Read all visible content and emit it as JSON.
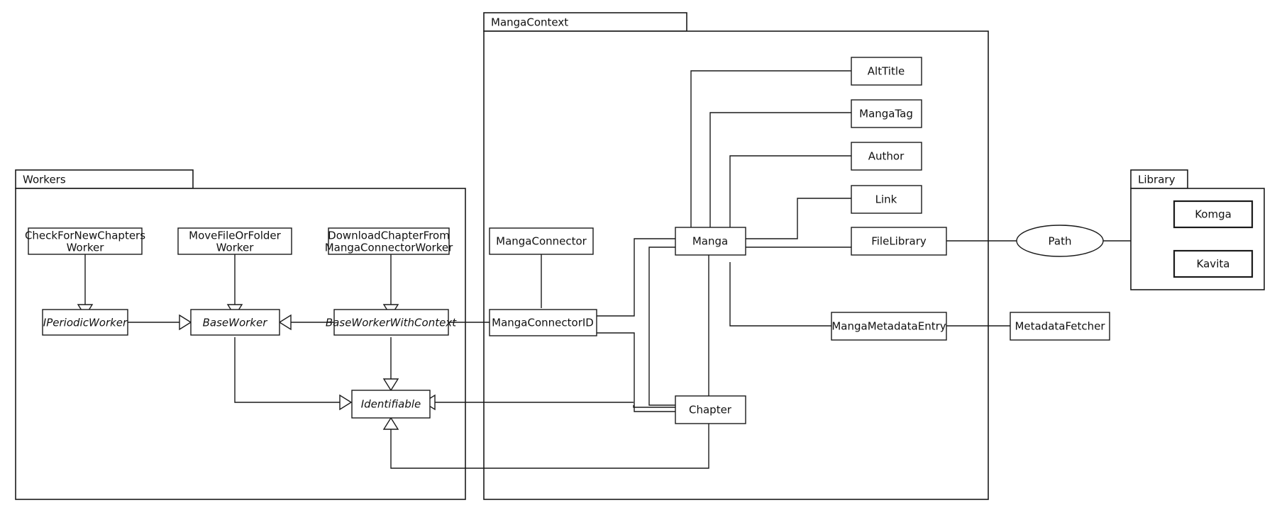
{
  "diagram": {
    "title": "UML class diagram",
    "stroke_color": "#1a1a1a",
    "fill_color": "#ffffff",
    "packages": [
      {
        "id": "workers",
        "label": "Workers"
      },
      {
        "id": "mangacontext",
        "label": "MangaContext"
      },
      {
        "id": "library",
        "label": "Library"
      }
    ],
    "nodes": {
      "check_for_new_chapters_worker": {
        "label_line1": "CheckForNewChapters",
        "label_line2": "Worker"
      },
      "move_file_or_folder_worker": {
        "label_line1": "MoveFileOrFolder",
        "label_line2": "Worker"
      },
      "download_chapter_worker": {
        "label_line1": "DownloadChapterFrom",
        "label_line2": "MangaConnectorWorker"
      },
      "iperiodicworker": {
        "label": "IPeriodicWorker",
        "italic": true
      },
      "baseworker": {
        "label": "BaseWorker",
        "italic": true
      },
      "baseworkerwithcontext": {
        "label": "BaseWorkerWithContext",
        "italic": true
      },
      "identifiable": {
        "label": "Identifiable",
        "italic": true
      },
      "mangaconnector": {
        "label": "MangaConnector"
      },
      "mangaconnectorid": {
        "label": "MangaConnectorID"
      },
      "manga": {
        "label": "Manga"
      },
      "chapter": {
        "label": "Chapter"
      },
      "alttitle": {
        "label": "AltTitle"
      },
      "mangatag": {
        "label": "MangaTag"
      },
      "author": {
        "label": "Author"
      },
      "link": {
        "label": "Link"
      },
      "filelibrary": {
        "label": "FileLibrary"
      },
      "mangametadataentry": {
        "label": "MangaMetadataEntry"
      },
      "metadatafetcher": {
        "label": "MetadataFetcher"
      },
      "path": {
        "label": "Path",
        "shape": "ellipse"
      },
      "komga": {
        "label": "Komga"
      },
      "kavita": {
        "label": "Kavita"
      }
    },
    "relations": [
      {
        "from": "check_for_new_chapters_worker",
        "to": "iperiodicworker",
        "type": "generalization"
      },
      {
        "from": "move_file_or_folder_worker",
        "to": "baseworker",
        "type": "generalization"
      },
      {
        "from": "download_chapter_worker",
        "to": "baseworkerwithcontext",
        "type": "generalization"
      },
      {
        "from": "iperiodicworker",
        "to": "baseworker",
        "type": "realization"
      },
      {
        "from": "baseworkerwithcontext",
        "to": "baseworker",
        "type": "generalization"
      },
      {
        "from": "baseworker",
        "to": "identifiable",
        "type": "realization"
      },
      {
        "from": "baseworkerwithcontext",
        "to": "identifiable",
        "type": "generalization"
      },
      {
        "from": "mangaconnectorid",
        "to": "identifiable",
        "type": "generalization"
      },
      {
        "from": "chapter",
        "to": "identifiable",
        "type": "generalization"
      },
      {
        "from": "baseworkerwithcontext",
        "to": "mangaconnectorid",
        "type": "association"
      },
      {
        "from": "mangaconnector",
        "to": "mangaconnectorid",
        "type": "association"
      },
      {
        "from": "mangaconnectorid",
        "to": "manga",
        "type": "association"
      },
      {
        "from": "mangaconnectorid",
        "to": "chapter",
        "type": "association"
      },
      {
        "from": "manga",
        "to": "chapter",
        "type": "association"
      },
      {
        "from": "manga",
        "to": "alttitle",
        "type": "association"
      },
      {
        "from": "manga",
        "to": "mangatag",
        "type": "association"
      },
      {
        "from": "manga",
        "to": "author",
        "type": "association"
      },
      {
        "from": "manga",
        "to": "link",
        "type": "association"
      },
      {
        "from": "manga",
        "to": "filelibrary",
        "type": "association"
      },
      {
        "from": "manga",
        "to": "mangametadataentry",
        "type": "association"
      },
      {
        "from": "mangametadataentry",
        "to": "metadatafetcher",
        "type": "association"
      },
      {
        "from": "filelibrary",
        "to": "path",
        "type": "association"
      },
      {
        "from": "path",
        "to": "library",
        "type": "association"
      }
    ]
  }
}
